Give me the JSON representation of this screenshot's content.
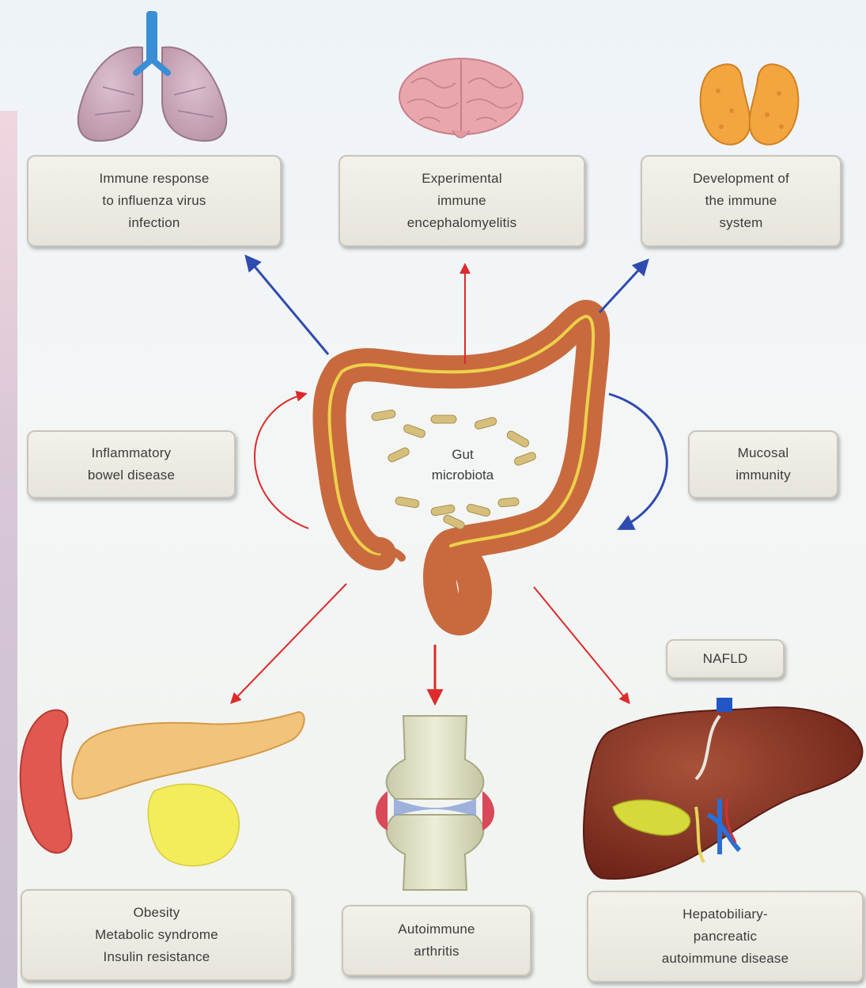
{
  "boxes": {
    "lungs": "Immune response\nto influenza virus\ninfection",
    "brain": "Experimental\nimmune\nencephalomyelitis",
    "thymus": "Development of\nthe immune\nsystem",
    "ibd": "Inflammatory\nbowel disease",
    "gut": "Gut\nmicrobiota",
    "mucosal": "Mucosal\nimmunity",
    "nafld": "NAFLD",
    "obesity": "Obesity\nMetabolic syndrome\nInsulin resistance",
    "arthritis": "Autoimmune\narthritis",
    "hepato": "Hepatobiliary-\npancreatic\nautoimmune disease"
  },
  "colors": {
    "protective_arrow": "#2f4bb0",
    "pathogenic_arrow": "#dd2a2a",
    "colon": "#c86a3e",
    "lungs": "#c9a3b5",
    "brain": "#e7a2a8",
    "thymus": "#f3a640",
    "liver": "#8a3424",
    "pancreas": "#f2c37a"
  }
}
